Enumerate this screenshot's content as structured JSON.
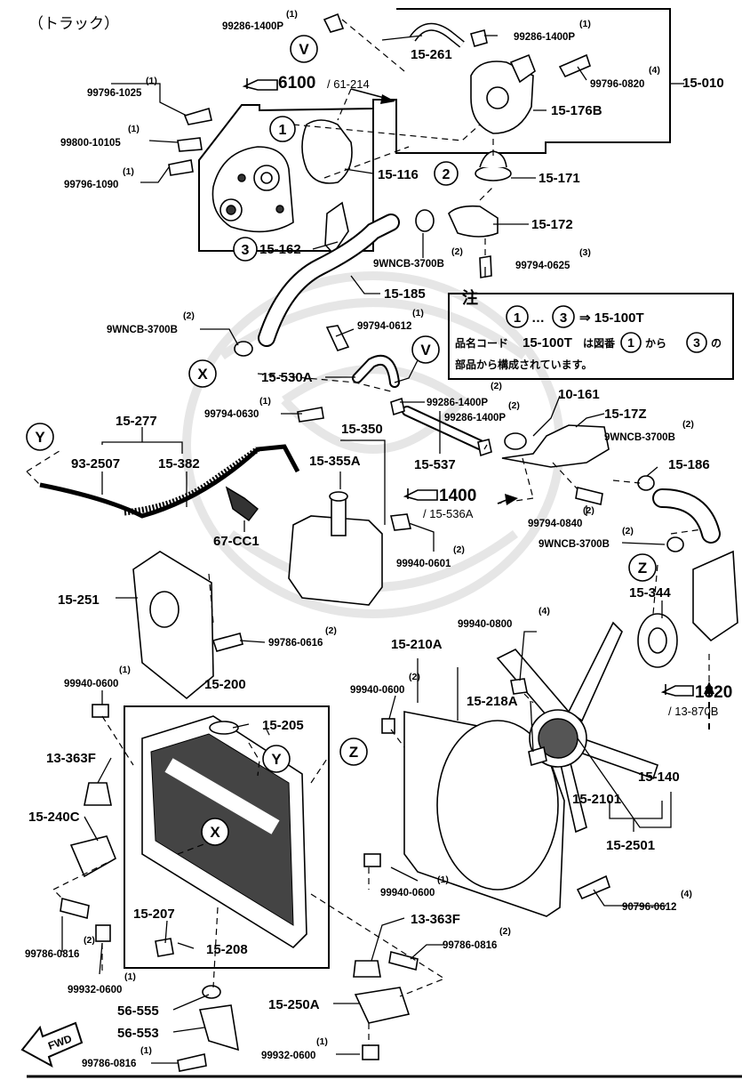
{
  "header": {
    "title": "（トラック）"
  },
  "refs": {
    "r6100": {
      "main": "6100",
      "sub": "/ 61-214"
    },
    "r1400": {
      "main": "1400",
      "sub": "/ 15-536A"
    },
    "r1320": {
      "main": "1320",
      "sub": "/ 13-870B"
    }
  },
  "note": {
    "title": "注",
    "line1_range": "…",
    "line1_arrow": "⇒ 15-100T",
    "line2_a": "品名コード",
    "line2_b": "15-100T",
    "line2_c": "は図番",
    "line2_d": "から",
    "line2_e": "の",
    "line3": "部品から構成されています。"
  },
  "markers": {
    "one": "1",
    "two": "2",
    "three": "3",
    "V": "V",
    "X": "X",
    "Y": "Y",
    "Z": "Z"
  },
  "fwd": "FWD",
  "parts": {
    "p99286_1400P_a": "99286-1400P",
    "q99286_1400P_a": "(1)",
    "p99286_1400P_b": "99286-1400P",
    "q99286_1400P_b": "(1)",
    "p15_261": "15-261",
    "p99796_0820": "99796-0820",
    "q99796_0820": "(4)",
    "p15_010": "15-010",
    "p99796_1025": "99796-1025",
    "q99796_1025": "(1)",
    "p15_176B": "15-176B",
    "p99800_10105": "99800-10105",
    "q99800_10105": "(1)",
    "p99796_1090": "99796-1090",
    "q99796_1090": "(1)",
    "p15_116": "15-116",
    "p15_171": "15-171",
    "p15_172": "15-172",
    "p15_162": "15-162",
    "p9WNCB_3700B_a": "9WNCB-3700B",
    "q9WNCB_3700B_a": "(2)",
    "p99794_0625": "99794-0625",
    "q99794_0625": "(3)",
    "p15_185": "15-185",
    "p9WNCB_3700B_b": "9WNCB-3700B",
    "q9WNCB_3700B_b": "(2)",
    "p99794_0612": "99794-0612",
    "q99794_0612": "(1)",
    "p15_530A": "15-530A",
    "p99286_1400P_c": "99286-1400P",
    "q99286_1400P_c": "(2)",
    "p99286_1400P_d": "99286-1400P",
    "q99286_1400P_d": "(2)",
    "p10_161": "10-161",
    "p99794_0630": "99794-0630",
    "q99794_0630": "(1)",
    "p15_17Z": "15-17Z",
    "p15_277": "15-277",
    "p15_350": "15-350",
    "p9WNCB_3700B_c": "9WNCB-3700B",
    "q9WNCB_3700B_c": "(2)",
    "p93_2507": "93-2507",
    "p15_382": "15-382",
    "p15_355A": "15-355A",
    "p15_537": "15-537",
    "p15_186": "15-186",
    "p99794_0840": "99794-0840",
    "q99794_0840": "(2)",
    "p9WNCB_3700B_d": "9WNCB-3700B",
    "q9WNCB_3700B_d": "(2)",
    "p67_CC1": "67-CC1",
    "p99940_0601": "99940-0601",
    "q99940_0601": "(2)",
    "p15_251": "15-251",
    "p15_344": "15-344",
    "p99786_0616": "99786-0616",
    "q99786_0616": "(2)",
    "p15_210A": "15-210A",
    "p99940_0800": "99940-0800",
    "q99940_0800": "(4)",
    "p99940_0600_a": "99940-0600",
    "q99940_0600_a": "(1)",
    "p15_200": "15-200",
    "p99940_0600_b": "99940-0600",
    "q99940_0600_b": "(2)",
    "p15_205": "15-205",
    "p15_218A": "15-218A",
    "p13_363F_a": "13-363F",
    "p15_140": "15-140",
    "p15_240C": "15-240C",
    "p15_2101": "15-2101",
    "p15_2501": "15-2501",
    "p99940_0600_c": "99940-0600",
    "q99940_0600_c": "(1)",
    "p90796_0612": "90796-0612",
    "q90796_0612": "(4)",
    "p15_207": "15-207",
    "p99786_0816_a": "99786-0816",
    "q99786_0816_a": "(2)",
    "p15_208": "15-208",
    "p13_363F_b": "13-363F",
    "p99786_0816_b": "99786-0816",
    "q99786_0816_b": "(2)",
    "p99932_0600_a": "99932-0600",
    "q99932_0600_a": "(1)",
    "p56_555": "56-555",
    "p15_250A": "15-250A",
    "p56_553": "56-553",
    "p99786_0816_c": "99786-0816",
    "q99786_0816_c": "(1)",
    "p99932_0600_b": "99932-0600",
    "q99932_0600_b": "(1)"
  }
}
